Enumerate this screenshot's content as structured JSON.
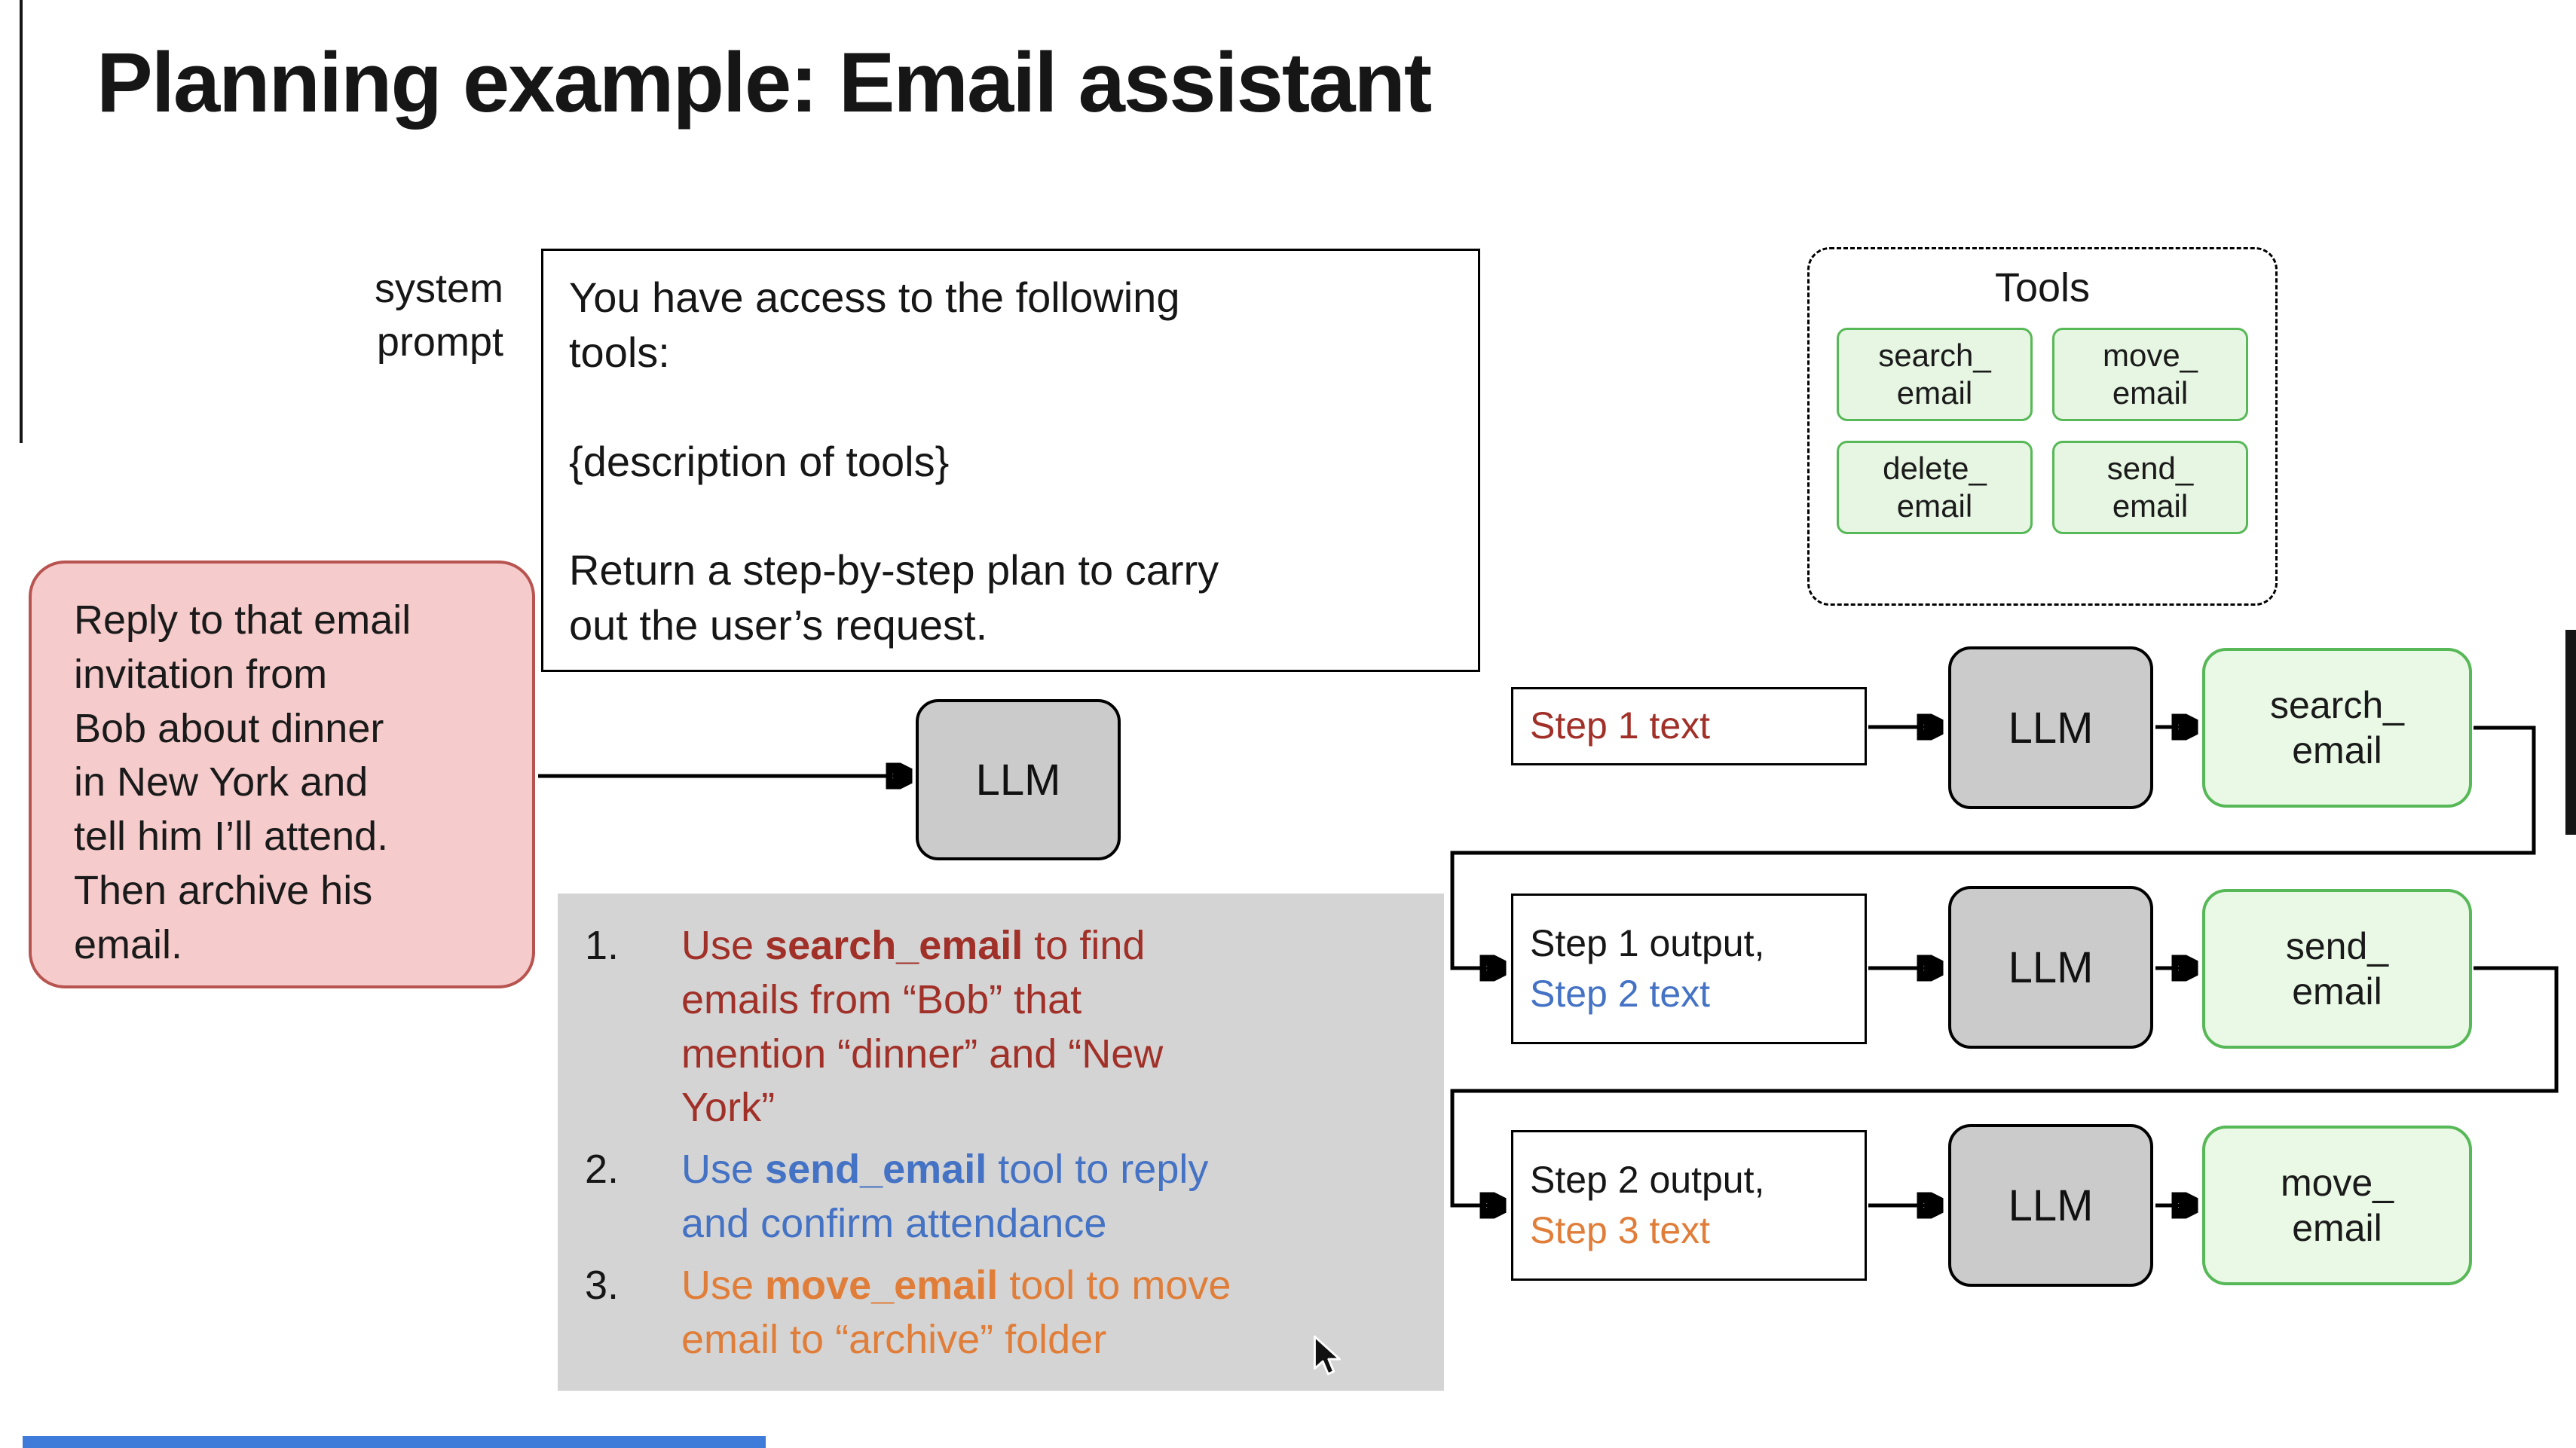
{
  "colors": {
    "step1_red": "#A03028",
    "step2_blue": "#4472C4",
    "step3_orange": "#E07E39",
    "tool_fill": "#E6F6E2",
    "tool_border": "#57B857",
    "user_bubble_fill": "#F5CBCB",
    "user_bubble_border": "#B85450",
    "llm_fill": "#CBCBCB",
    "plan_panel_bg": "#D4D4D4",
    "progress_bar_blue": "#3F7BD9"
  },
  "title": "Planning example: Email assistant",
  "system_prompt": {
    "label": "system\nprompt",
    "p1": "You have access to the following\ntools:",
    "p2": "{description of tools}",
    "p3": "Return a step-by-step plan to carry\nout the user’s request."
  },
  "tools_panel": {
    "title": "Tools",
    "tools": [
      {
        "label": "search_\nemail"
      },
      {
        "label": "move_\nemail"
      },
      {
        "label": "delete_\nemail"
      },
      {
        "label": "send_\nemail"
      }
    ]
  },
  "user_request": "Reply to that email\ninvitation from\nBob about dinner\nin New York and\ntell him I’ll attend.\nThen archive his\nemail.",
  "llm_label": "LLM",
  "plan": {
    "items": [
      {
        "number": "1.",
        "prefix": "Use ",
        "keyword": "search_email",
        "suffix": " to find\nemails from “Bob” that\nmention “dinner” and “New\nYork”"
      },
      {
        "number": "2.",
        "prefix": "Use ",
        "keyword": "send_email",
        "suffix": " tool to reply\nand confirm attendance"
      },
      {
        "number": "3.",
        "prefix": "Use ",
        "keyword": "move_email",
        "suffix": " tool to move\nemail to “archive” folder"
      }
    ]
  },
  "flow": {
    "rows": [
      {
        "step_line1": "Step 1 text",
        "step_line2": "",
        "llm": "LLM",
        "tool": "search_\nemail"
      },
      {
        "step_line1": "Step 1 output,",
        "step_line2": "Step 2 text",
        "llm": "LLM",
        "tool": "send_\nemail"
      },
      {
        "step_line1": "Step 2 output,",
        "step_line2": "Step 3 text",
        "llm": "LLM",
        "tool": "move_\nemail"
      }
    ]
  }
}
